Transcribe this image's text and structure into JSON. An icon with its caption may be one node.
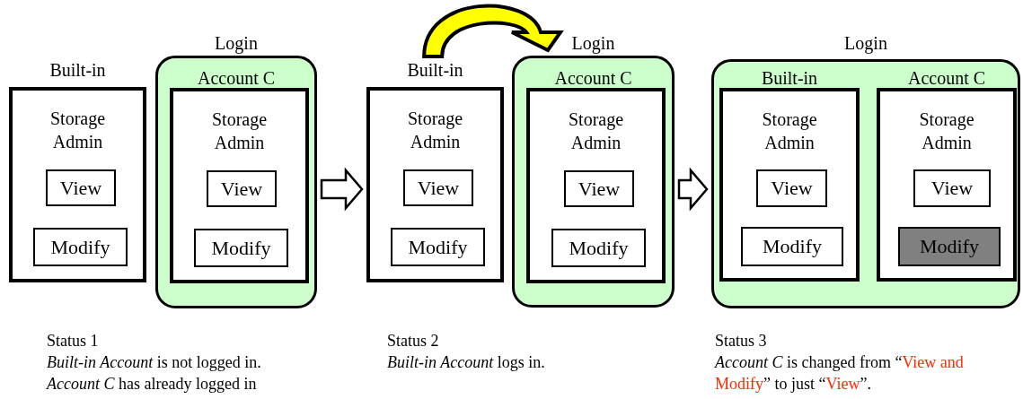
{
  "diagram": {
    "nodes": [
      {
        "text": [
          "Built-in",
          "Storage Admin"
        ]
      },
      {
        "text": [
          "View"
        ],
        "in": 0
      },
      {
        "text": [
          "Modify"
        ],
        "in": 0
      },
      {
        "text": [
          "Login",
          "Account C"
        ]
      },
      {
        "text": [
          "Storage Admin"
        ],
        "in": 3
      },
      {
        "text": [
          "View"
        ],
        "in": 4
      },
      {
        "text": [
          "Modify"
        ],
        "in": 4
      },
      {
        "text": [
          "Built-in",
          "Storage Admin"
        ]
      },
      {
        "text": [
          "View"
        ],
        "in": 7
      },
      {
        "text": [
          "Modify"
        ],
        "in": 7
      },
      {
        "text": [
          "Login",
          "Account C"
        ]
      },
      {
        "text": [
          "Storage Admin"
        ],
        "in": 10
      },
      {
        "text": [
          "View"
        ],
        "in": 11
      },
      {
        "text": [
          "Modify"
        ],
        "in": 11
      },
      {
        "text": [
          "Login"
        ]
      },
      {
        "text": [
          "Built-in",
          "Storage Admin"
        ],
        "in": 14
      },
      {
        "text": [
          "View"
        ],
        "in": 15
      },
      {
        "text": [
          "Modify"
        ],
        "in": 15
      },
      {
        "text": [
          "Account C",
          "Storage Admin"
        ],
        "in": 14
      },
      {
        "text": [
          "View"
        ],
        "in": 18
      },
      {
        "text": [
          "Modify"
        ],
        "in": 18
      }
    ],
    "edges": [
      {
        "from": 3,
        "to": 7,
        "arrow": "to"
      },
      {
        "from": 10,
        "to": 14,
        "arrow": "to"
      },
      {
        "from": 7,
        "to": 10,
        "arrow": "to",
        "style": "thick",
        "color": "#ffff00"
      }
    ],
    "labels": [
      "Status 1",
      "*Built-in Account* is not logged in.",
      "*Account C* has already logged in",
      "Status 2",
      "*Built-in Account* logs in.",
      "Status 3",
      "*Account C* is changed from “View and Modify” to just “View”."
    ]
  }
}
